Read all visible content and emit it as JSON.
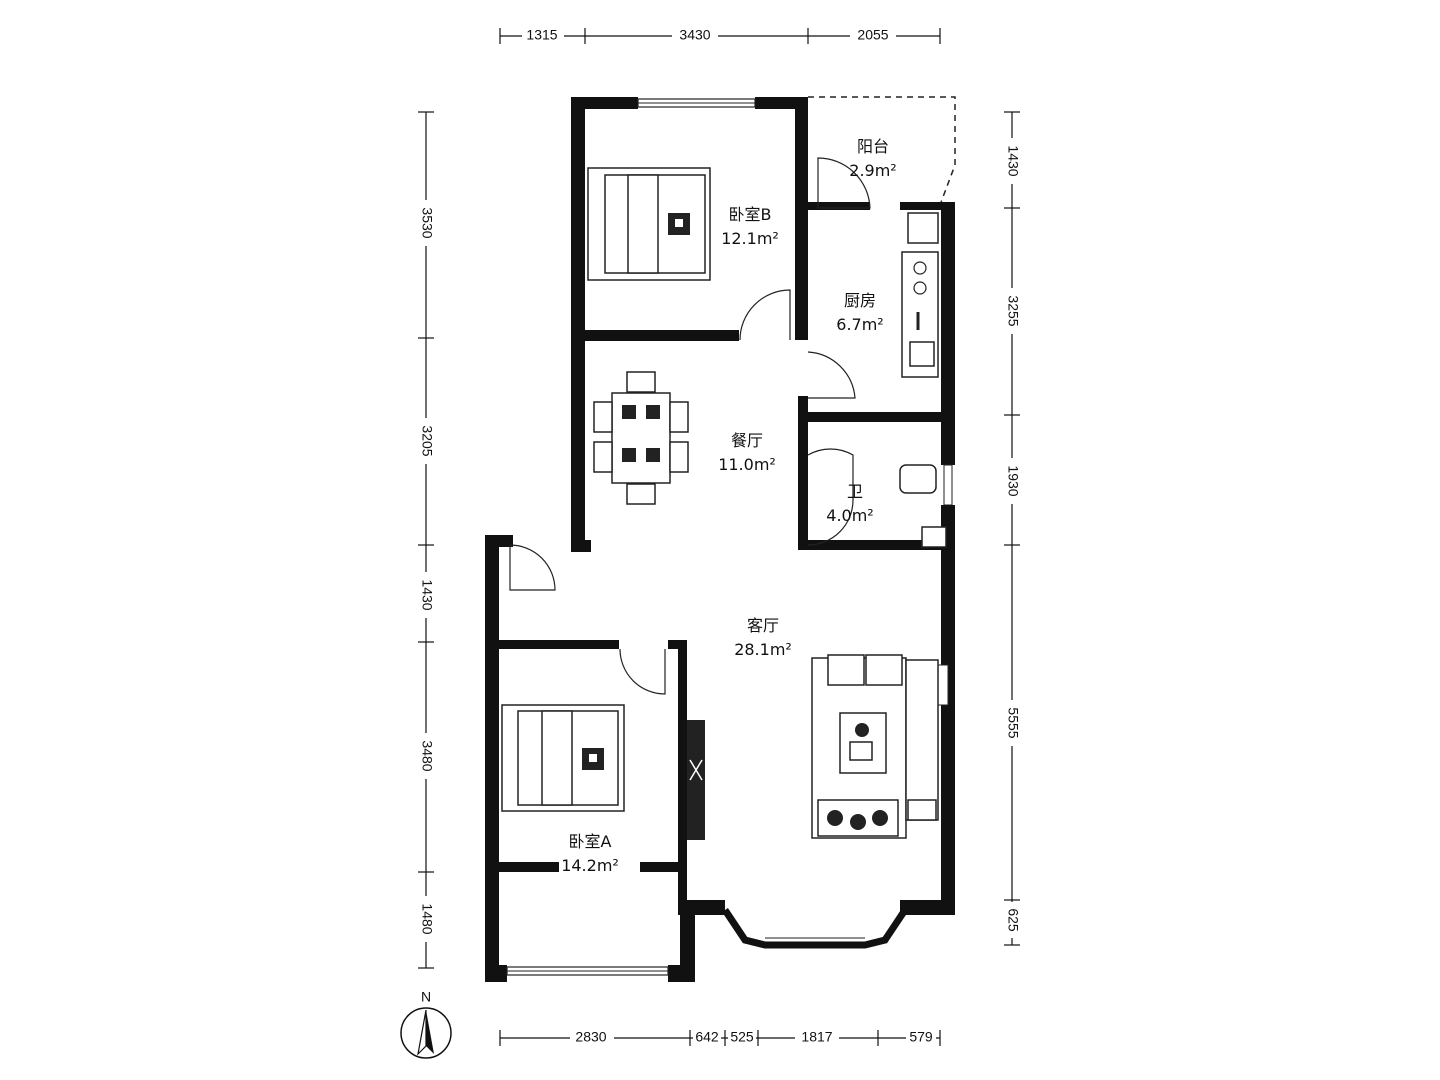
{
  "rooms": {
    "bedroom_b": {
      "name": "卧室B",
      "area": "12.1m²"
    },
    "balcony": {
      "name": "阳台",
      "area": "2.9m²"
    },
    "kitchen": {
      "name": "厨房",
      "area": "6.7m²"
    },
    "dining": {
      "name": "餐厅",
      "area": "11.0m²"
    },
    "bathroom": {
      "name": "卫",
      "area": "4.0m²"
    },
    "living": {
      "name": "客厅",
      "area": "28.1m²"
    },
    "bedroom_a": {
      "name": "卧室A",
      "area": "14.2m²"
    }
  },
  "dimensions": {
    "top": [
      "1315",
      "3430",
      "2055"
    ],
    "bottom": [
      "2830",
      "642",
      "525",
      "1817",
      "579"
    ],
    "left": [
      "3530",
      "3205",
      "1430",
      "3480",
      "1480"
    ],
    "right": [
      "1430",
      "3255",
      "1930",
      "5555",
      "625"
    ]
  },
  "compass": {
    "label": "N",
    "icon": "north-arrow-icon"
  }
}
